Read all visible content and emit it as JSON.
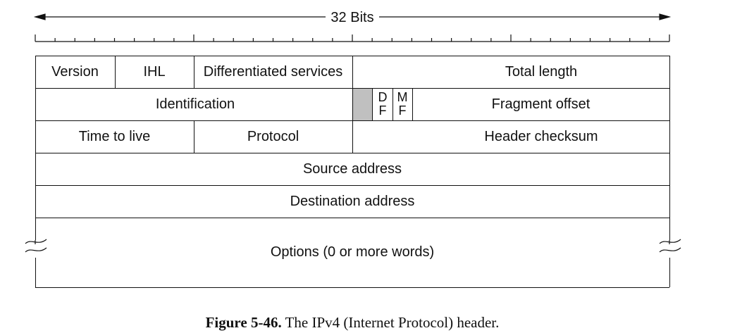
{
  "scale": {
    "label": "32 Bits"
  },
  "header": {
    "row1": {
      "version": "Version",
      "ihl": "IHL",
      "diff_services": "Differentiated services",
      "total_length": "Total length"
    },
    "row2": {
      "identification": "Identification",
      "df_top": "D",
      "df_bottom": "F",
      "mf_top": "M",
      "mf_bottom": "F",
      "fragment_offset": "Fragment offset"
    },
    "row3": {
      "ttl": "Time to live",
      "protocol": "Protocol",
      "checksum": "Header checksum"
    },
    "row4": {
      "source": "Source address"
    },
    "row5": {
      "destination": "Destination address"
    },
    "row6": {
      "options": "Options (0 or more words)"
    }
  },
  "caption": {
    "figure": "Figure 5-46.",
    "text": "The IPv4 (Internet Protocol) header."
  },
  "colors": {
    "reserved_bit": "#c0c0c0",
    "line": "#111111"
  }
}
